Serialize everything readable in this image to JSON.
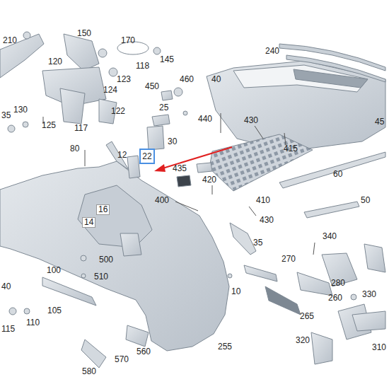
{
  "diagram": {
    "nodes": [
      {
        "text": [
          "22"
        ]
      }
    ],
    "edges": [],
    "labels": [
      "210",
      "150",
      "170",
      "120",
      "118",
      "145",
      "123",
      "124",
      "450",
      "460",
      "40",
      "240",
      "130",
      "35",
      "125",
      "122",
      "117",
      "25",
      "440",
      "430",
      "45",
      "80",
      "12",
      "30",
      "415",
      "435",
      "420",
      "60",
      "400",
      "410",
      "16",
      "430",
      "50",
      "14",
      "35",
      "340",
      "500",
      "100",
      "510",
      "270",
      "280",
      "40",
      "260",
      "330",
      "10",
      "105",
      "265",
      "115",
      "110",
      "320",
      "310",
      "570",
      "255",
      "560",
      "580"
    ]
  }
}
